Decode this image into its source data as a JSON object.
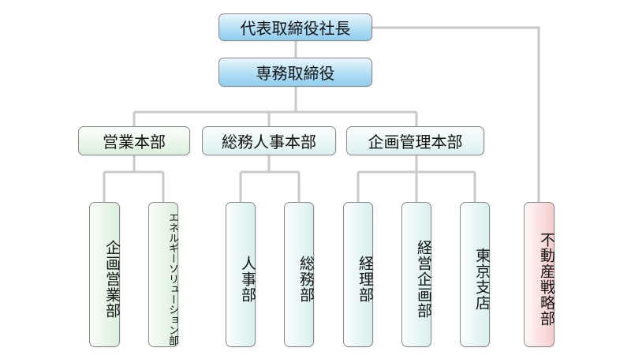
{
  "org": {
    "president": "代表取締役社長",
    "managing_director": "専務取締役",
    "sales": {
      "label": "営業本部",
      "children": [
        "企画営業部",
        "エネルギーソリューション部"
      ]
    },
    "general_affairs": {
      "label": "総務人事本部",
      "children": [
        "人事部",
        "総務部"
      ]
    },
    "planning": {
      "label": "企画管理本部",
      "children": [
        "経理部",
        "経営企画部",
        "東京支店"
      ]
    },
    "real_estate": "不動産戦略部"
  },
  "colors": {
    "connector": "#c9c9c9",
    "executive": "#a9d9f1",
    "sales": "#dcefdc",
    "admin": "#dbf0ef",
    "strategy": "#f6cfcf",
    "border": "#8a8a8a"
  }
}
